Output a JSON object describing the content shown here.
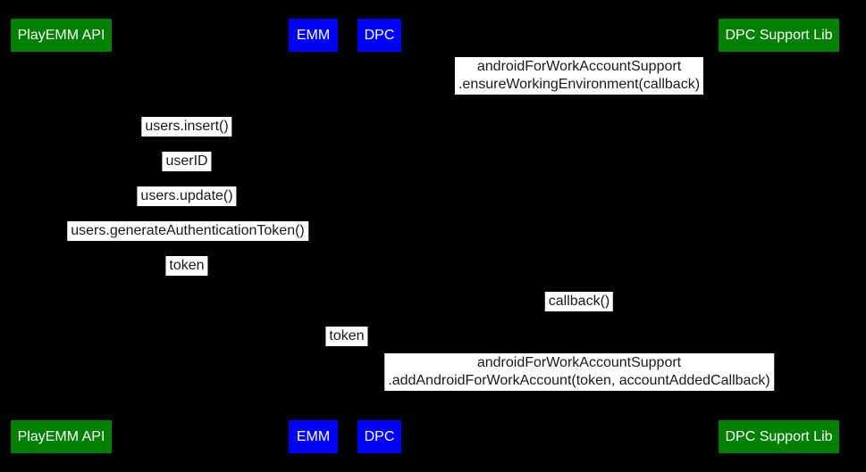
{
  "diagram": {
    "type": "sequence-diagram",
    "background_color": "#000000",
    "label_background_color": "#ffffff",
    "label_text_color": "#1a1a1a",
    "actor_text_color": "#ffffff",
    "actor_colors": {
      "green": "#008000",
      "blue": "#0000ff"
    },
    "actors": [
      {
        "label": "PlayEMM API",
        "color": "#008000"
      },
      {
        "label": "EMM",
        "color": "#0000ff"
      },
      {
        "label": "DPC",
        "color": "#0000ff"
      },
      {
        "label": "DPC Support Lib",
        "color": "#008000"
      }
    ],
    "messages": [
      {
        "lines": [
          "androidForWorkAccountSupport",
          ".ensureWorkingEnvironment(callback)"
        ]
      },
      {
        "lines": [
          "users.insert()"
        ]
      },
      {
        "lines": [
          "userID"
        ]
      },
      {
        "lines": [
          "users.update()"
        ]
      },
      {
        "lines": [
          "users.generateAuthenticationToken()"
        ]
      },
      {
        "lines": [
          "token"
        ]
      },
      {
        "lines": [
          "callback()"
        ]
      },
      {
        "lines": [
          "token"
        ]
      },
      {
        "lines": [
          "androidForWorkAccountSupport",
          ".addAndroidForWorkAccount(token, accountAddedCallback)"
        ]
      }
    ]
  }
}
